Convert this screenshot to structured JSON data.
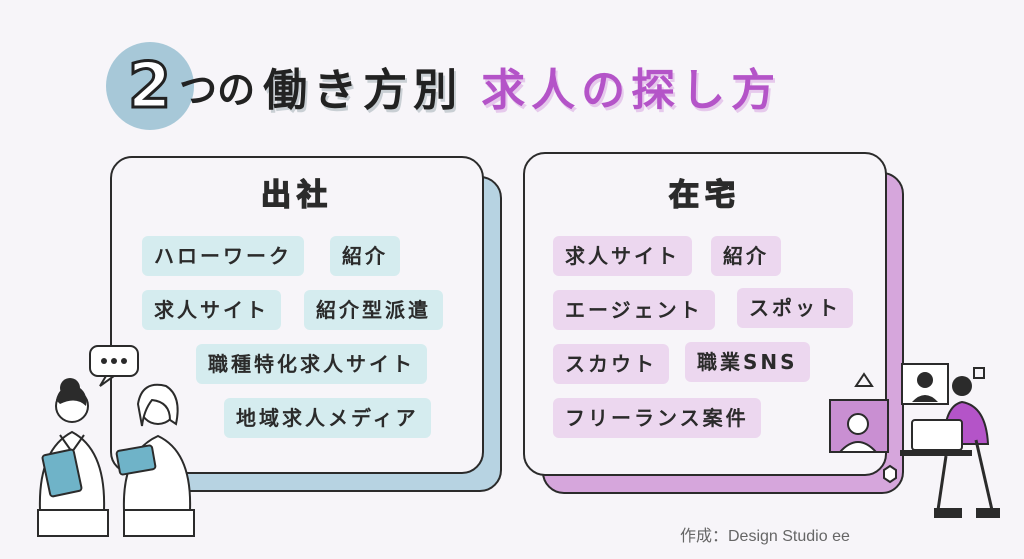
{
  "title": {
    "number": "2",
    "particle": "つの",
    "main": "働き方別",
    "accent": "求人の探し方"
  },
  "left_panel": {
    "heading": "出社",
    "tags": [
      "ハローワーク",
      "紹介",
      "求人サイト",
      "紹介型派遣",
      "職種特化求人サイト",
      "地域求人メディア"
    ]
  },
  "right_panel": {
    "heading": "在宅",
    "tags": [
      "求人サイト",
      "紹介",
      "エージェント",
      "スポット",
      "スカウト",
      "職業SNS",
      "フリーランス案件"
    ]
  },
  "speech_bubble": "•••",
  "credit": "作成：Design Studio ee",
  "colors": {
    "blue_accent": "#a7c8d8",
    "purple_accent": "#b454c8",
    "blue_tag": "#d5ecef",
    "pink_tag": "#ecd7ef"
  }
}
